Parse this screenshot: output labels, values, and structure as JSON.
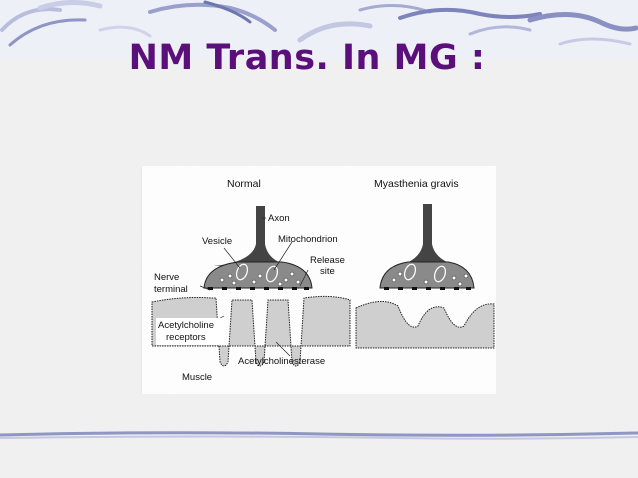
{
  "slide": {
    "title": "NM Trans. In MG :",
    "title_color": "#5b0f7a",
    "accent_color": "#8080b8"
  },
  "diagram": {
    "panels": [
      {
        "heading": "Normal",
        "labels": {
          "axon": "Axon",
          "vesicle": "Vesicle",
          "mitochondrion": "Mitochondrion",
          "release_site_line1": "Release",
          "release_site_line2": "site",
          "nerve_terminal_line1": "Nerve",
          "nerve_terminal_line2": "terminal",
          "ach_receptors_line1": "Acetylcholine",
          "ach_receptors_line2": "receptors",
          "acetylcholinesterase": "Acetylcholinesterase",
          "muscle": "Muscle"
        }
      },
      {
        "heading": "Myasthenia gravis"
      }
    ]
  }
}
